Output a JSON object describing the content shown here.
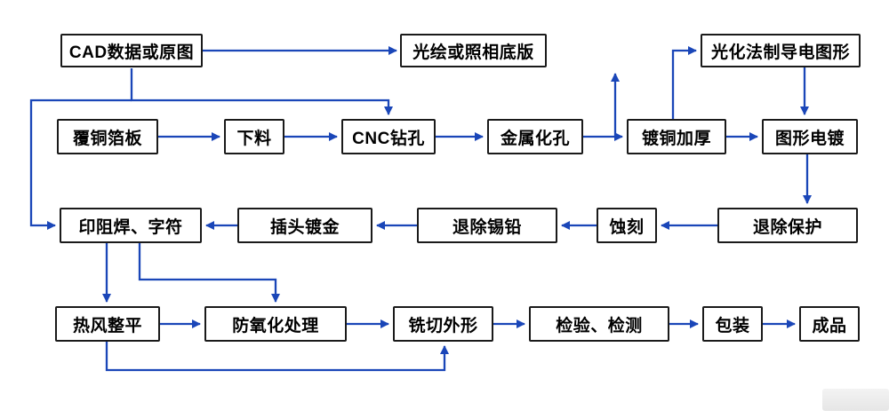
{
  "diagram": {
    "type": "flowchart",
    "colors": {
      "arrow": "#1a46b8",
      "node_border": "#1a1a1a",
      "node_background": "#ffffff",
      "text": "#000000",
      "background": "#ffffff"
    },
    "nodes": {
      "cad": "CAD数据或原图",
      "film": "光绘或照相底版",
      "photochemical": "光化法制导电图形",
      "ccl": "覆铜箔板",
      "cutting": "下料",
      "cnc": "CNC钻孔",
      "metallization": "金属化孔",
      "copper_plating": "镀铜加厚",
      "pattern_plating": "图形电镀",
      "solder_mask": "印阻焊、字符",
      "gold_plating": "插头镀金",
      "strip_tin_lead": "退除锡铅",
      "etching": "蚀刻",
      "strip_resist": "退除保护",
      "hasl": "热风整平",
      "anti_oxidation": "防氧化处理",
      "routing": "铣切外形",
      "inspection": "检验、检测",
      "packaging": "包装",
      "finished": "成品"
    },
    "edges": [
      {
        "from": "cad",
        "to": "film"
      },
      {
        "from": "cad",
        "to": "cnc"
      },
      {
        "from": "cad",
        "to": "solder_mask"
      },
      {
        "from": "ccl",
        "to": "cutting"
      },
      {
        "from": "cutting",
        "to": "cnc"
      },
      {
        "from": "cnc",
        "to": "metallization"
      },
      {
        "from": "metallization",
        "to": "copper_plating"
      },
      {
        "from": "copper_plating",
        "to": "pattern_plating"
      },
      {
        "from": "copper_plating",
        "to": "film"
      },
      {
        "from": "copper_plating",
        "to": "photochemical"
      },
      {
        "from": "photochemical",
        "to": "pattern_plating"
      },
      {
        "from": "pattern_plating",
        "to": "strip_resist"
      },
      {
        "from": "strip_resist",
        "to": "etching"
      },
      {
        "from": "etching",
        "to": "strip_tin_lead"
      },
      {
        "from": "strip_tin_lead",
        "to": "gold_plating"
      },
      {
        "from": "gold_plating",
        "to": "solder_mask"
      },
      {
        "from": "solder_mask",
        "to": "hasl"
      },
      {
        "from": "solder_mask",
        "to": "anti_oxidation"
      },
      {
        "from": "hasl",
        "to": "anti_oxidation"
      },
      {
        "from": "hasl",
        "to": "routing"
      },
      {
        "from": "anti_oxidation",
        "to": "routing"
      },
      {
        "from": "routing",
        "to": "inspection"
      },
      {
        "from": "inspection",
        "to": "packaging"
      },
      {
        "from": "packaging",
        "to": "finished"
      }
    ]
  }
}
